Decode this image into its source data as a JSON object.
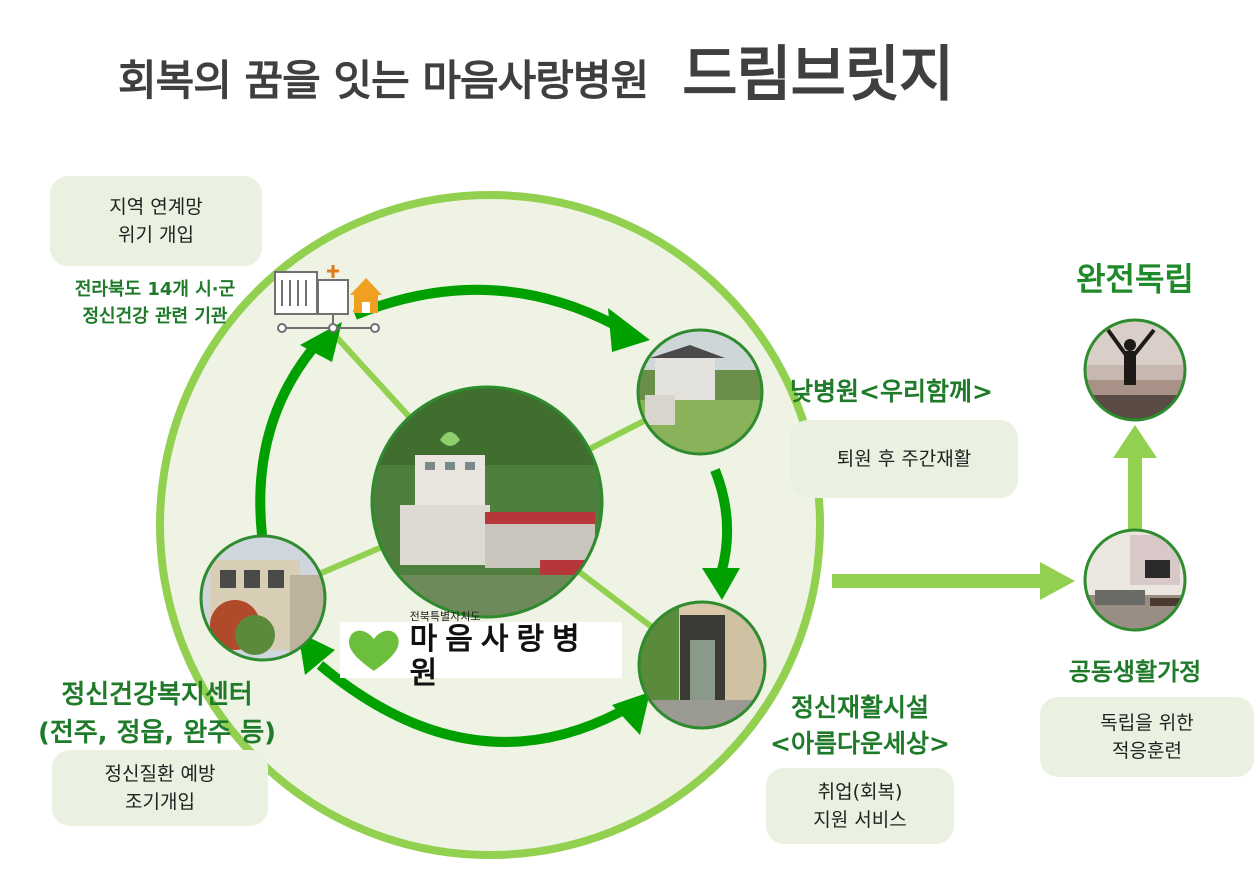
{
  "title": {
    "main": "회복의 꿈을 잇는 마음사랑병원",
    "brand": "드림브릿지"
  },
  "top_left": {
    "box_line1": "지역 연계망",
    "box_line2": "위기 개입",
    "label_line1": "전라북도 14개 시·군",
    "label_line2": "정신건강 관련 기관"
  },
  "day_hospital": {
    "title": "낮병원<우리함께>",
    "desc": "퇴원 후 주간재활"
  },
  "center_left": {
    "title_line1": "정신건강복지센터",
    "title_line2": "(전주, 정읍, 완주 등)",
    "box_line1": "정신질환 예방",
    "box_line2": "조기개입"
  },
  "rehab": {
    "title_line1": "정신재활시설",
    "title_line2": "<아름다운세상>",
    "box_line1": "취업(회복)",
    "box_line2": "지원 서비스"
  },
  "independence": {
    "title": "완전독립"
  },
  "group_home": {
    "title": "공동생활가정",
    "box_line1": "독립을 위한",
    "box_line2": "적응훈련"
  },
  "logo": {
    "small": "전북특별자치도",
    "name": "마음사랑병원"
  },
  "colors": {
    "light_green": "#92d050",
    "dark_green": "#00a000",
    "text_green": "#1f7a2a",
    "box_bg": "#eaf1e0"
  }
}
